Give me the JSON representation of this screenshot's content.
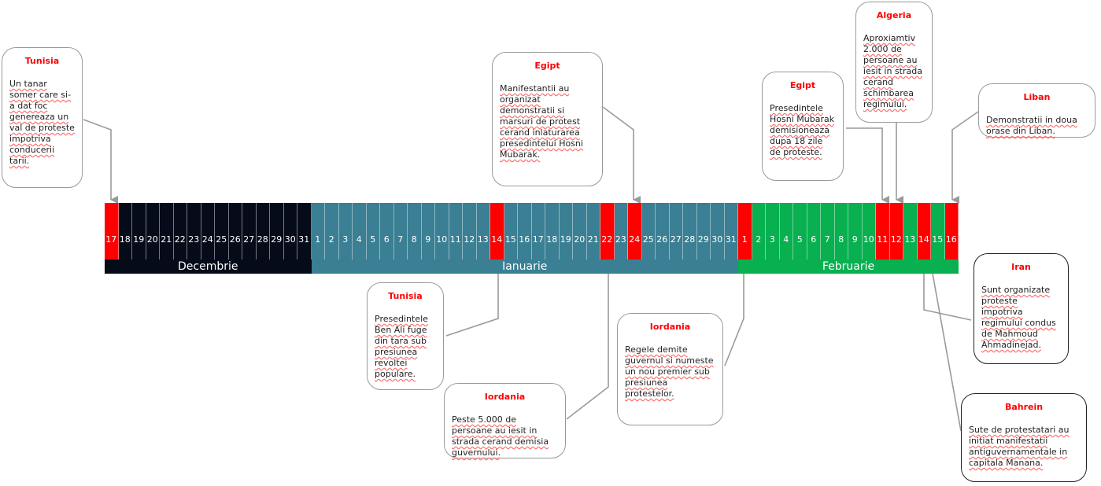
{
  "timeline": {
    "months": [
      {
        "label": "Decembrie",
        "color": "#050b18",
        "days": [
          "17",
          "18",
          "19",
          "20",
          "21",
          "22",
          "23",
          "24",
          "25",
          "26",
          "27",
          "28",
          "29",
          "30",
          "31"
        ],
        "red": [
          "17"
        ]
      },
      {
        "label": "Ianuarie",
        "color": "#3a7f93",
        "days": [
          "1",
          "2",
          "3",
          "4",
          "5",
          "6",
          "7",
          "8",
          "9",
          "10",
          "11",
          "12",
          "13",
          "14",
          "15",
          "16",
          "17",
          "18",
          "19",
          "20",
          "21",
          "22",
          "23",
          "24",
          "25",
          "26",
          "27",
          "28",
          "29",
          "30",
          "31"
        ],
        "red": [
          "14",
          "22",
          "24"
        ]
      },
      {
        "label": "Februarie",
        "color": "#08b050",
        "days": [
          "1",
          "2",
          "3",
          "4",
          "5",
          "6",
          "7",
          "8",
          "9",
          "10",
          "11",
          "12",
          "13",
          "14",
          "15",
          "16"
        ],
        "red": [
          "1",
          "11",
          "12",
          "14",
          "16"
        ]
      }
    ],
    "highlight_color": "#ff0000"
  },
  "callouts": [
    {
      "title": "Tunisia",
      "text": "Un tanar somer care si-a dat foc genereaza un val de proteste impotriva conducerii tarii."
    },
    {
      "title": "Egipt",
      "text": "Manifestantii au organizat demonstratii si marsuri de protest cerand inlaturarea presedintelui Hosni Mubarak."
    },
    {
      "title": "Egipt",
      "text": "Presedintele Hosni Mubarak demisioneaza dupa 18 zile de proteste."
    },
    {
      "title": "Algeria",
      "text": "Aproxiamtiv 2.000 de persoane au iesit in strada cerand schimbarea regimului."
    },
    {
      "title": "Liban",
      "text": "Demonstratii in doua orase din Liban."
    },
    {
      "title": "Tunisia",
      "text": "Presedintele Ben Ali fuge din tara sub presiunea revoltei populare."
    },
    {
      "title": "Iordania",
      "text": "Peste 5.000 de persoane au iesit in strada cerand demisia guvernului."
    },
    {
      "title": "Iordania",
      "text": "Regele demite guvernul si numeste un nou premier sub presiunea protestelor."
    },
    {
      "title": "Iran",
      "text": "Sunt organizate proteste impotriva regimului condus de Mahmoud Ahmadinejad."
    },
    {
      "title": "Bahrein",
      "text": "Sute de protestatari au initiat manifestatii antiguvernamentale in capitala Manana."
    }
  ]
}
